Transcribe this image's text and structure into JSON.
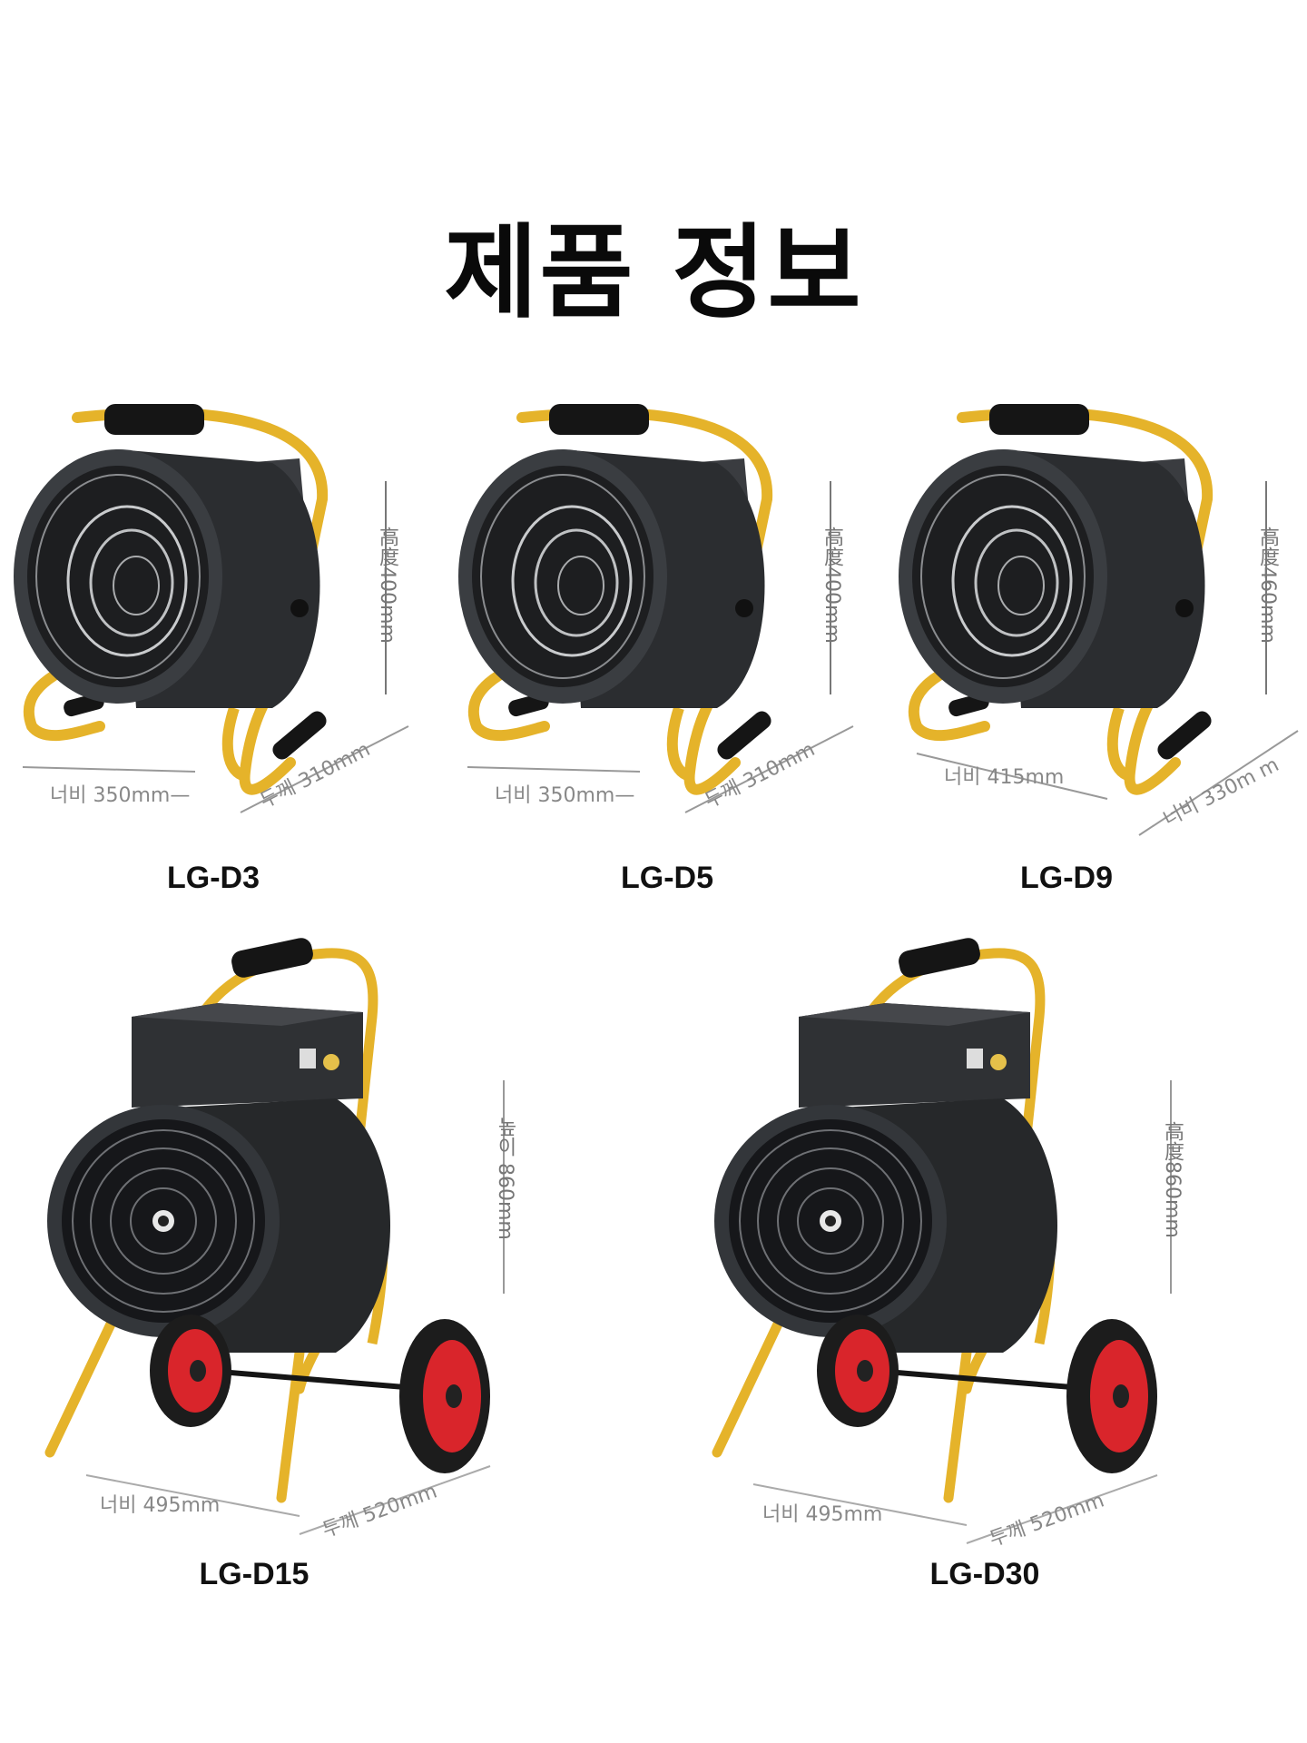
{
  "title": "제품 정보",
  "colors": {
    "frame": "#e5b32a",
    "body": "#2f3134",
    "wheel": "#d9252b",
    "tire": "#1c1c1c",
    "grip": "#151515"
  },
  "products": [
    {
      "model": "LG-D3",
      "height": "高度400mm",
      "width": "너비 350mm—",
      "depth": "두께 310mm"
    },
    {
      "model": "LG-D5",
      "height": "高度400mm",
      "width": "너비 350mm—",
      "depth": "두께 310mm"
    },
    {
      "model": "LG-D9",
      "height": "高度460mm",
      "width": "너비 415mm",
      "depth": "너비 330m m"
    },
    {
      "model": "LG-D15",
      "height": "높이 860mm",
      "width": "너비 495mm",
      "depth": "두께 520mm"
    },
    {
      "model": "LG-D30",
      "height": "高度860mm",
      "width": "너비 495mm",
      "depth": "두께 520mm"
    }
  ]
}
